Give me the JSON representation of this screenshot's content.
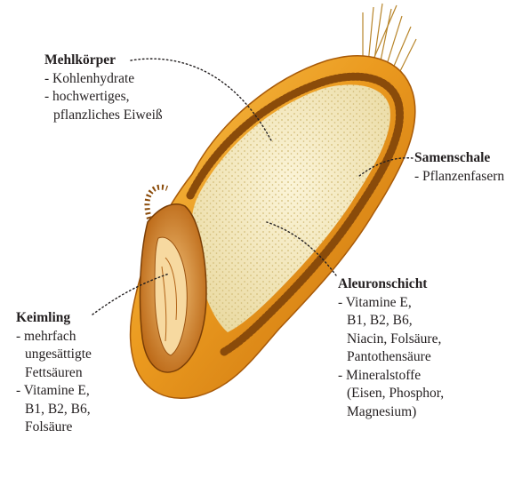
{
  "labels": {
    "mehlkoerper": {
      "title": "Mehlkörper",
      "lines": [
        "- Kohlenhydrate",
        "- hochwertiges,",
        "pflanzliches Eiweiß"
      ]
    },
    "samenschale": {
      "title": "Samenschale",
      "lines": [
        "- Pflanzenfasern"
      ]
    },
    "aleuronschicht": {
      "title": "Aleuronschicht",
      "lines": [
        "- Vitamine E,",
        "B1, B2, B6,",
        "Niacin, Folsäure,",
        "Pantothensäure",
        "- Mineralstoffe",
        "(Eisen, Phosphor,",
        "Magnesium)"
      ]
    },
    "keimling": {
      "title": "Keimling",
      "lines": [
        "- mehrfach",
        "ungesättigte",
        "Fettsäuren",
        "- Vitamine E,",
        "B1, B2, B6,",
        "Folsäure"
      ]
    }
  },
  "colors": {
    "husk_dark": "#c9750e",
    "husk_mid": "#e8961c",
    "husk_light": "#f6c250",
    "endosperm": "#f6ecc2",
    "text": "#231f20",
    "leader": "#231f20"
  }
}
